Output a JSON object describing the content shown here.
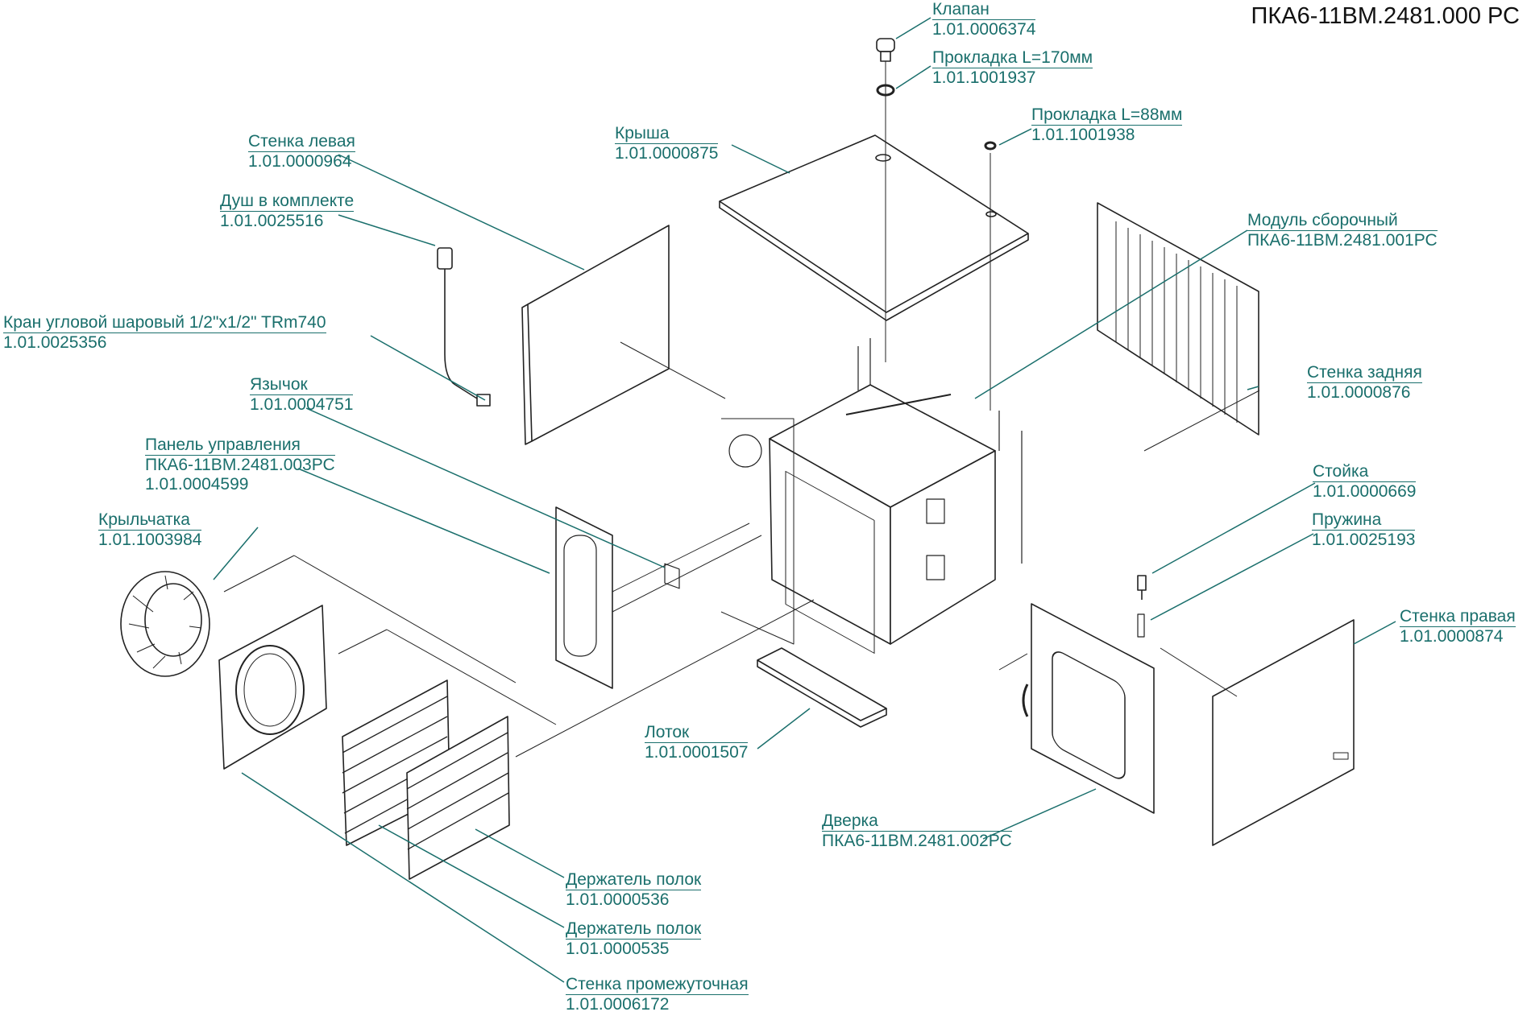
{
  "document": {
    "title": "ПКА6-11ВМ.2481.000 РС"
  },
  "callouts": [
    {
      "id": "valve",
      "name": "Клапан",
      "code": "1.01.0006374"
    },
    {
      "id": "gasket170",
      "name": "Прокладка L=170мм",
      "code": "1.01.1001937"
    },
    {
      "id": "gasket88",
      "name": "Прокладка L=88мм",
      "code": "1.01.1001938"
    },
    {
      "id": "roof",
      "name": "Крыша",
      "code": "1.01.0000875"
    },
    {
      "id": "left-wall",
      "name": "Стенка левая",
      "code": "1.01.0000964"
    },
    {
      "id": "shower",
      "name": "Душ в комплекте",
      "code": "1.01.0025516"
    },
    {
      "id": "assembly-module",
      "name": "Модуль сборочный",
      "code": "ПКА6-11ВМ.2481.001РС"
    },
    {
      "id": "ball-valve",
      "name": "Кран угловой шаровый 1/2\"x1/2\" TRm740",
      "code": "1.01.0025356"
    },
    {
      "id": "back-wall",
      "name": "Стенка задняя",
      "code": "1.01.0000876"
    },
    {
      "id": "tongue",
      "name": "Язычок",
      "code": "1.01.0004751"
    },
    {
      "id": "control-panel",
      "name": "Панель управления",
      "code": "ПКА6-11ВМ.2481.003РС",
      "code2": "1.01.0004599"
    },
    {
      "id": "rack-post",
      "name": "Стойка",
      "code": "1.01.0000669"
    },
    {
      "id": "impeller",
      "name": "Крыльчатка",
      "code": "1.01.1003984"
    },
    {
      "id": "spring",
      "name": "Пружина",
      "code": "1.01.0025193"
    },
    {
      "id": "right-wall",
      "name": "Стенка правая",
      "code": "1.01.0000874"
    },
    {
      "id": "tray",
      "name": "Лоток",
      "code": "1.01.0001507"
    },
    {
      "id": "door",
      "name": "Дверка",
      "code": "ПКА6-11ВМ.2481.002РС"
    },
    {
      "id": "shelf-holder-1",
      "name": "Держатель полок",
      "code": "1.01.0000536"
    },
    {
      "id": "shelf-holder-2",
      "name": "Держатель полок",
      "code": "1.01.0000535"
    },
    {
      "id": "intermediate-wall",
      "name": "Стенка промежуточная",
      "code": "1.01.0006172"
    }
  ],
  "colors": {
    "callout": "#1a6f6c",
    "line": "#222222"
  }
}
